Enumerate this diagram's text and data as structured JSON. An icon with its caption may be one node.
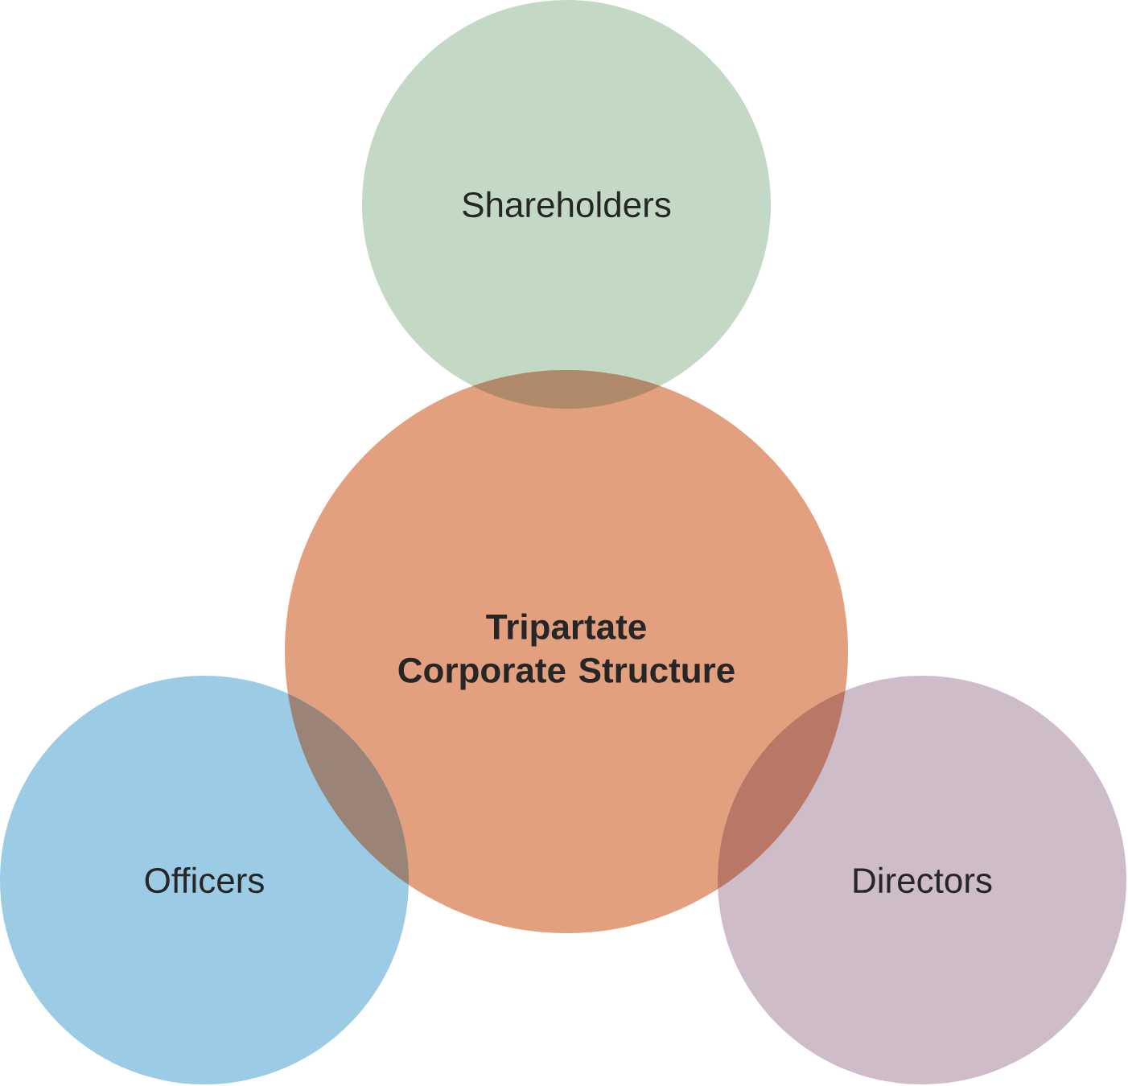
{
  "diagram": {
    "nodes": [
      {
        "text": [
          "Shareholders"
        ]
      },
      {
        "text": [
          "Tripartate Corporate Structure"
        ]
      },
      {
        "text": [
          "Officers"
        ]
      },
      {
        "text": [
          "Directors"
        ]
      }
    ]
  }
}
